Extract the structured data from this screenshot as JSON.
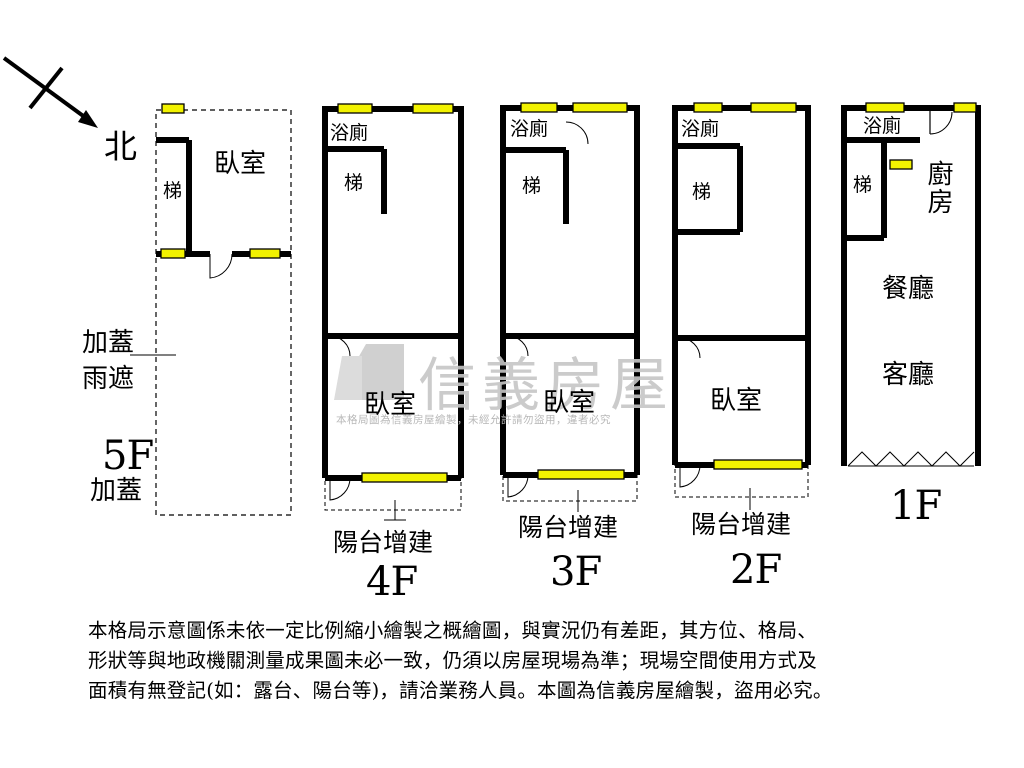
{
  "compass": {
    "north_label": "北"
  },
  "floors": {
    "f5": {
      "label": "5F",
      "note": "加蓋",
      "room": "臥室",
      "stair": "梯",
      "canopy": "加蓋\n雨遮"
    },
    "f4": {
      "label": "4F",
      "bath": "浴廁",
      "stair": "梯",
      "room": "臥室",
      "balcony": "陽台增建"
    },
    "f3": {
      "label": "3F",
      "bath": "浴廁",
      "stair": "梯",
      "room": "臥室",
      "balcony": "陽台增建"
    },
    "f2": {
      "label": "2F",
      "bath": "浴廁",
      "stair": "梯",
      "room": "臥室",
      "balcony": "陽台增建"
    },
    "f1": {
      "label": "1F",
      "bath": "浴廁",
      "stair": "梯",
      "kitchen": "廚房",
      "dining": "餐廳",
      "living": "客廳"
    }
  },
  "watermark": {
    "brand": "信義房屋",
    "subtitle": "本格局圖為信義房屋繪製，未經允許請勿盜用，違者必究"
  },
  "disclaimer": {
    "line1": "本格局示意圖係未依一定比例縮小繪製之概繪圖，與實況仍有差距，其方位、格局、",
    "line2": "形狀等與地政機關測量成果圖未必一致，仍須以房屋現場為準；現場空間使用方式及",
    "line3": "面積有無登記(如：露台、陽台等)，請洽業務人員。本圖為信義房屋繪製，盜用必究。"
  },
  "colors": {
    "wall": "#000000",
    "window": "#f2f200",
    "watermark": "#c6c6c6"
  }
}
